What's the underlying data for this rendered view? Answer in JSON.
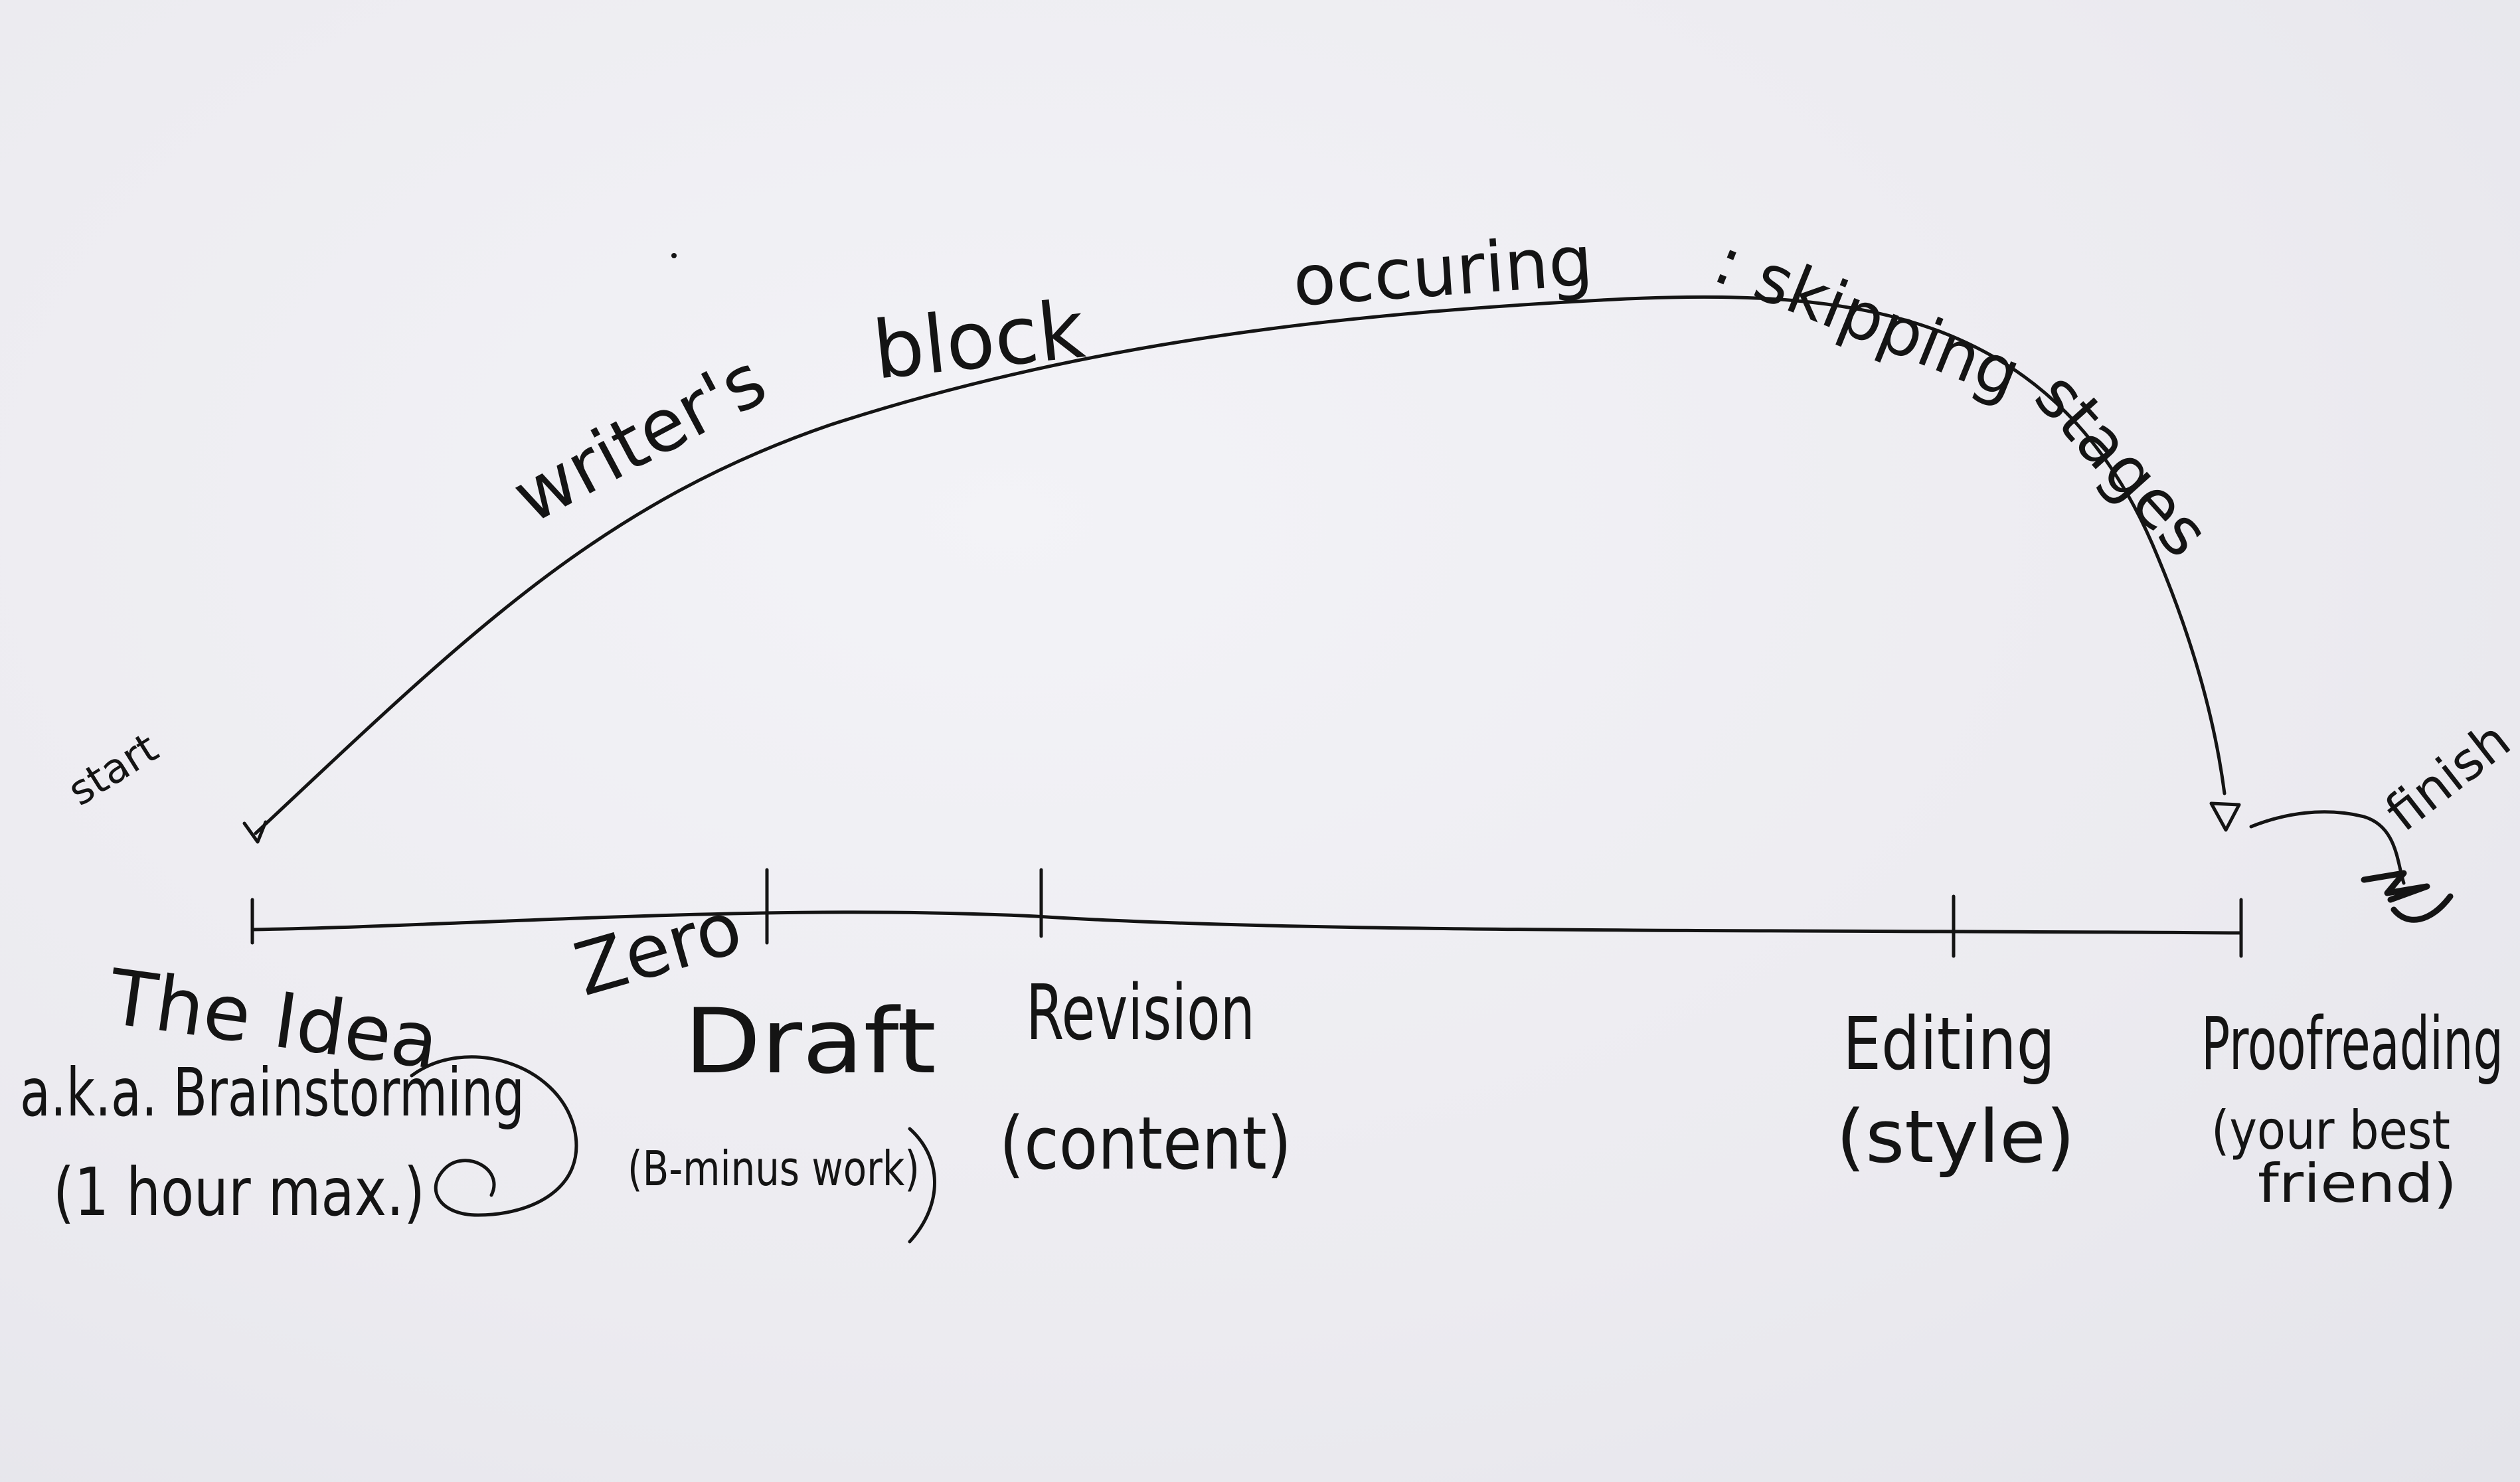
{
  "diagram": {
    "start_label": "start",
    "finish_label": "finish",
    "arc_label": {
      "part1": "writer's",
      "part2": "block",
      "part3": "occuring",
      "part4": ": skipping",
      "part5": "stages"
    },
    "stages": [
      {
        "prefix": "",
        "title": "The Idea",
        "line2": "a.k.a. Brainstorming",
        "line3": "(1 hour max.)"
      },
      {
        "prefix": "Zero",
        "title": "Draft",
        "line2": "(B-minus work)",
        "line3": ""
      },
      {
        "prefix": "",
        "title": "Revision",
        "line2": "(content)",
        "line3": ""
      },
      {
        "prefix": "",
        "title": "Editing",
        "line2": "(style)",
        "line3": ""
      },
      {
        "prefix": "",
        "title": "Proofreading",
        "line2": "(your best",
        "line3": "friend)"
      }
    ]
  }
}
